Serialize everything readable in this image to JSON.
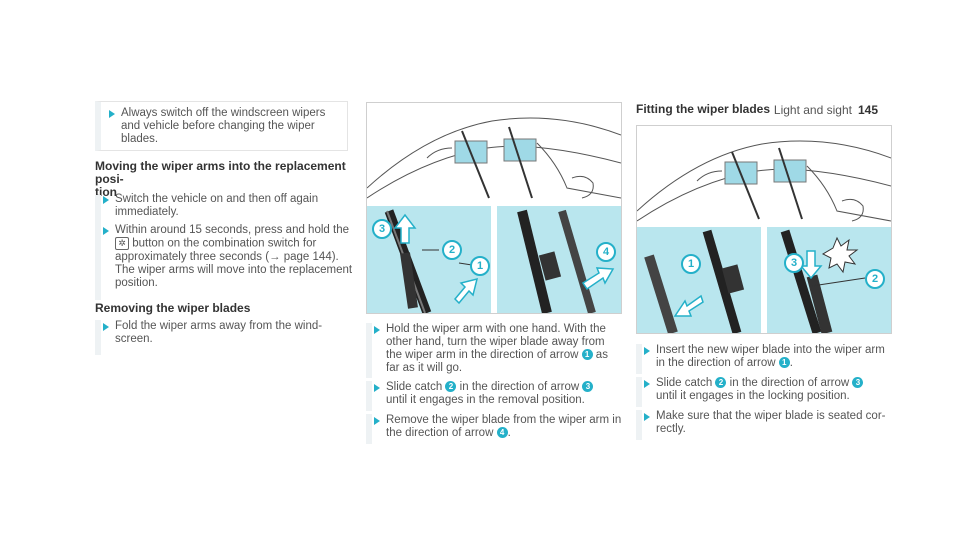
{
  "header": {
    "section": "Light and sight",
    "page": "145"
  },
  "left": {
    "note": "Always switch off the windscreen wipers and vehicle before changing the wiper blades.",
    "heading1_line1": "Moving the wiper arms into the replacement posi‑",
    "heading1_line2": "tion",
    "step1_line1": "Switch the vehicle on and then off again",
    "step1_line2": "immediately.",
    "step2_line1": "Within around 15 seconds, press and hold the",
    "step2_key_icon": "wiper-service-icon",
    "step2_line2": "button on the combination switch for",
    "step2_line3": "approximately three seconds (→ page 144).",
    "step2_line4": "The wiper arms will move into the replacement",
    "step2_line5": "position.",
    "heading2": "Removing the wiper blades",
    "step3_line1": "Fold the wiper arms away from the wind‑",
    "step3_line2": "screen."
  },
  "middle": {
    "callouts": [
      "3",
      "2",
      "1",
      "4"
    ],
    "step1_line1": "Hold the wiper arm with one hand. With the",
    "step1_line2": "other hand, turn the wiper blade away from",
    "step1_line3a": "the wiper arm in the direction of arrow",
    "step1_n": "1",
    "step1_line3b": "as",
    "step1_line4": "far as it will go.",
    "step2_line1a": "Slide catch",
    "step2_n1": "2",
    "step2_line1b": "in the direction of arrow",
    "step2_n2": "3",
    "step2_line2": "until it engages in the removal position.",
    "step3_line1": "Remove the wiper blade from the wiper arm in",
    "step3_line2a": "the direction of arrow",
    "step3_n": "4",
    "step3_line2b": "."
  },
  "right": {
    "heading": "Fitting the wiper blades",
    "callouts": [
      "1",
      "3",
      "2"
    ],
    "step1_line1": "Insert the new wiper blade into the wiper arm",
    "step1_line2a": "in the direction of arrow",
    "step1_n": "1",
    "step1_line2b": ".",
    "step2_line1a": "Slide catch",
    "step2_n1": "2",
    "step2_line1b": "in the direction of arrow",
    "step2_n2": "3",
    "step2_line2": "until it engages in the locking position.",
    "step3_line1": "Make sure that the wiper blade is seated cor‑",
    "step3_line2": "rectly."
  },
  "colors": {
    "accent": "#24b0c9",
    "panel": "#b9e6ee",
    "box": "#9fd9e6"
  }
}
